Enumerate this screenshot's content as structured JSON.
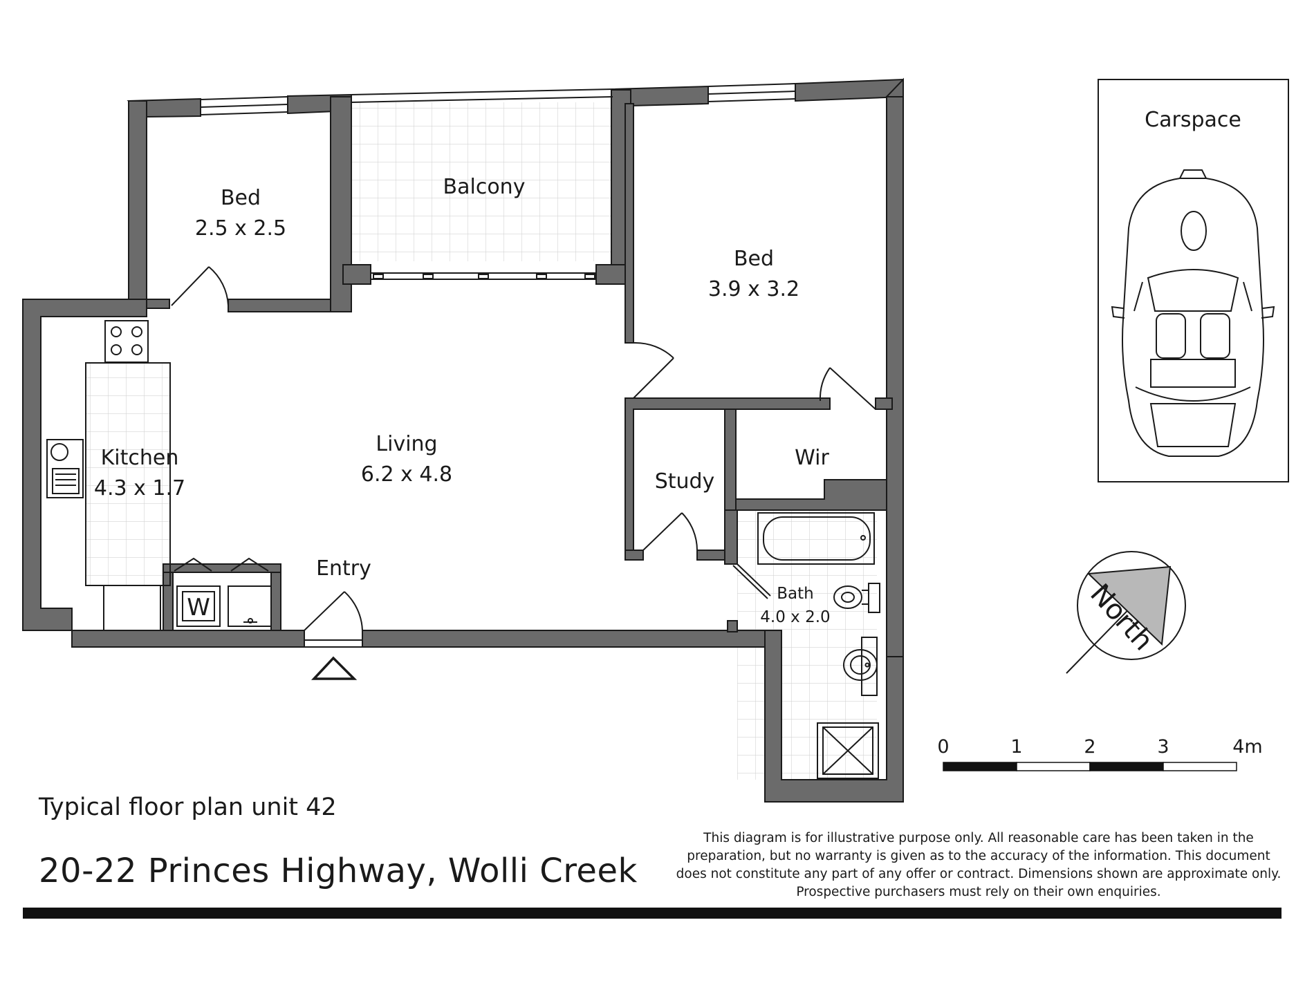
{
  "rooms": {
    "bed1": {
      "name": "Bed",
      "size": "2.5 x 2.5"
    },
    "balcony": {
      "name": "Balcony"
    },
    "bed2": {
      "name": "Bed",
      "size": "3.9 x 3.2"
    },
    "kitchen": {
      "name": "Kitchen",
      "size": "4.3 x 1.7"
    },
    "living": {
      "name": "Living",
      "size": "6.2 x 4.8"
    },
    "study": {
      "name": "Study"
    },
    "wir": {
      "name": "Wir"
    },
    "bath": {
      "name": "Bath",
      "size": "4.0 x 2.0"
    },
    "entry": {
      "name": "Entry"
    }
  },
  "laundry_label": "W",
  "carspace": {
    "label": "Carspace"
  },
  "compass": {
    "label": "North"
  },
  "scale": {
    "ticks": [
      "0",
      "1",
      "2",
      "3",
      "4m"
    ],
    "segment_fills": [
      "#111111",
      "#ffffff",
      "#111111",
      "#ffffff"
    ]
  },
  "caption": {
    "subtitle": "Typical floor plan unit 42",
    "address": "20-22 Princes Highway, Wolli Creek"
  },
  "disclaimer": "This diagram is for illustrative purpose only. All reasonable care has been taken in the preparation, but no warranty is given as to the accuracy of the information. This document does not constitute any part of any offer or contract. Dimensions shown are approximate only. Prospective purchasers must rely on their own enquiries.",
  "colors": {
    "wall": "#6b6b6b",
    "line": "#1a1a1a",
    "tile": "#d4d4d4"
  }
}
